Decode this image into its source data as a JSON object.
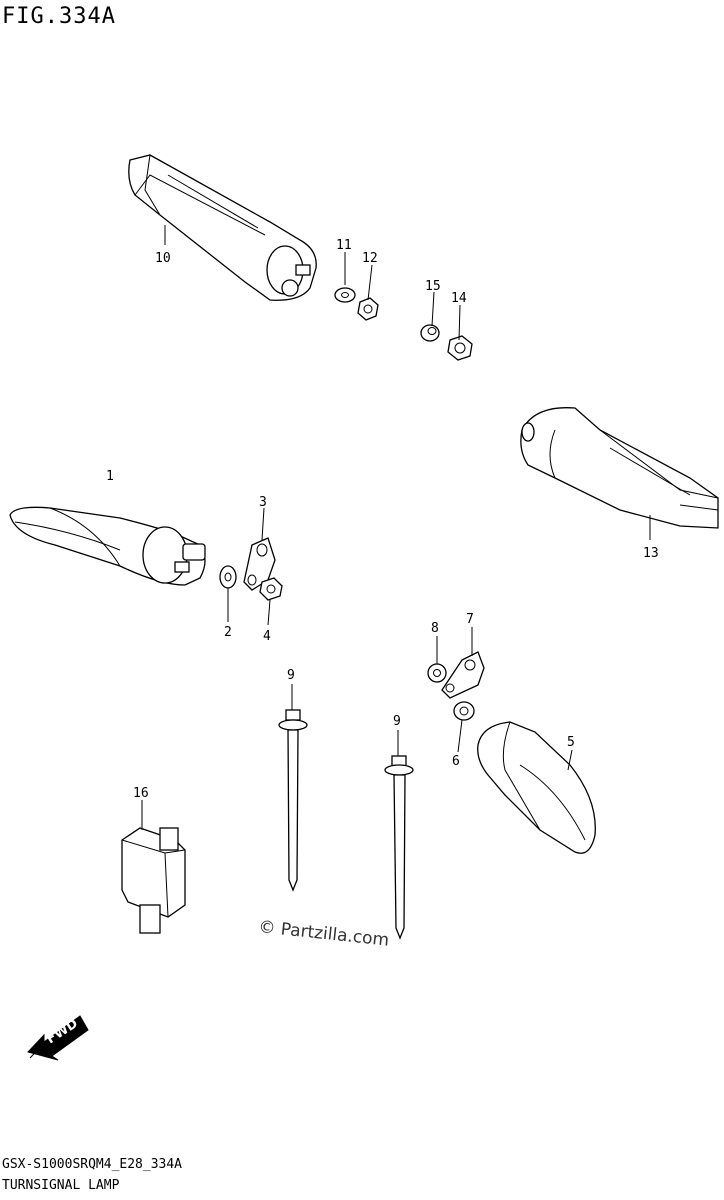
{
  "figure": {
    "title": "FIG.334A"
  },
  "footer": {
    "model_code": "GSX-S1000SRQM4_E28_334A",
    "section_name": "TURNSIGNAL LAMP"
  },
  "watermark": "© Partzilla.com",
  "direction_arrow": {
    "label": "FWD"
  },
  "callouts": {
    "c1": "1",
    "c2": "2",
    "c3": "3",
    "c4": "4",
    "c5": "5",
    "c6": "6",
    "c7": "7",
    "c8": "8",
    "c9a": "9",
    "c9b": "9",
    "c10": "10",
    "c11": "11",
    "c12": "12",
    "c13": "13",
    "c14": "14",
    "c15": "15",
    "c16": "16"
  }
}
